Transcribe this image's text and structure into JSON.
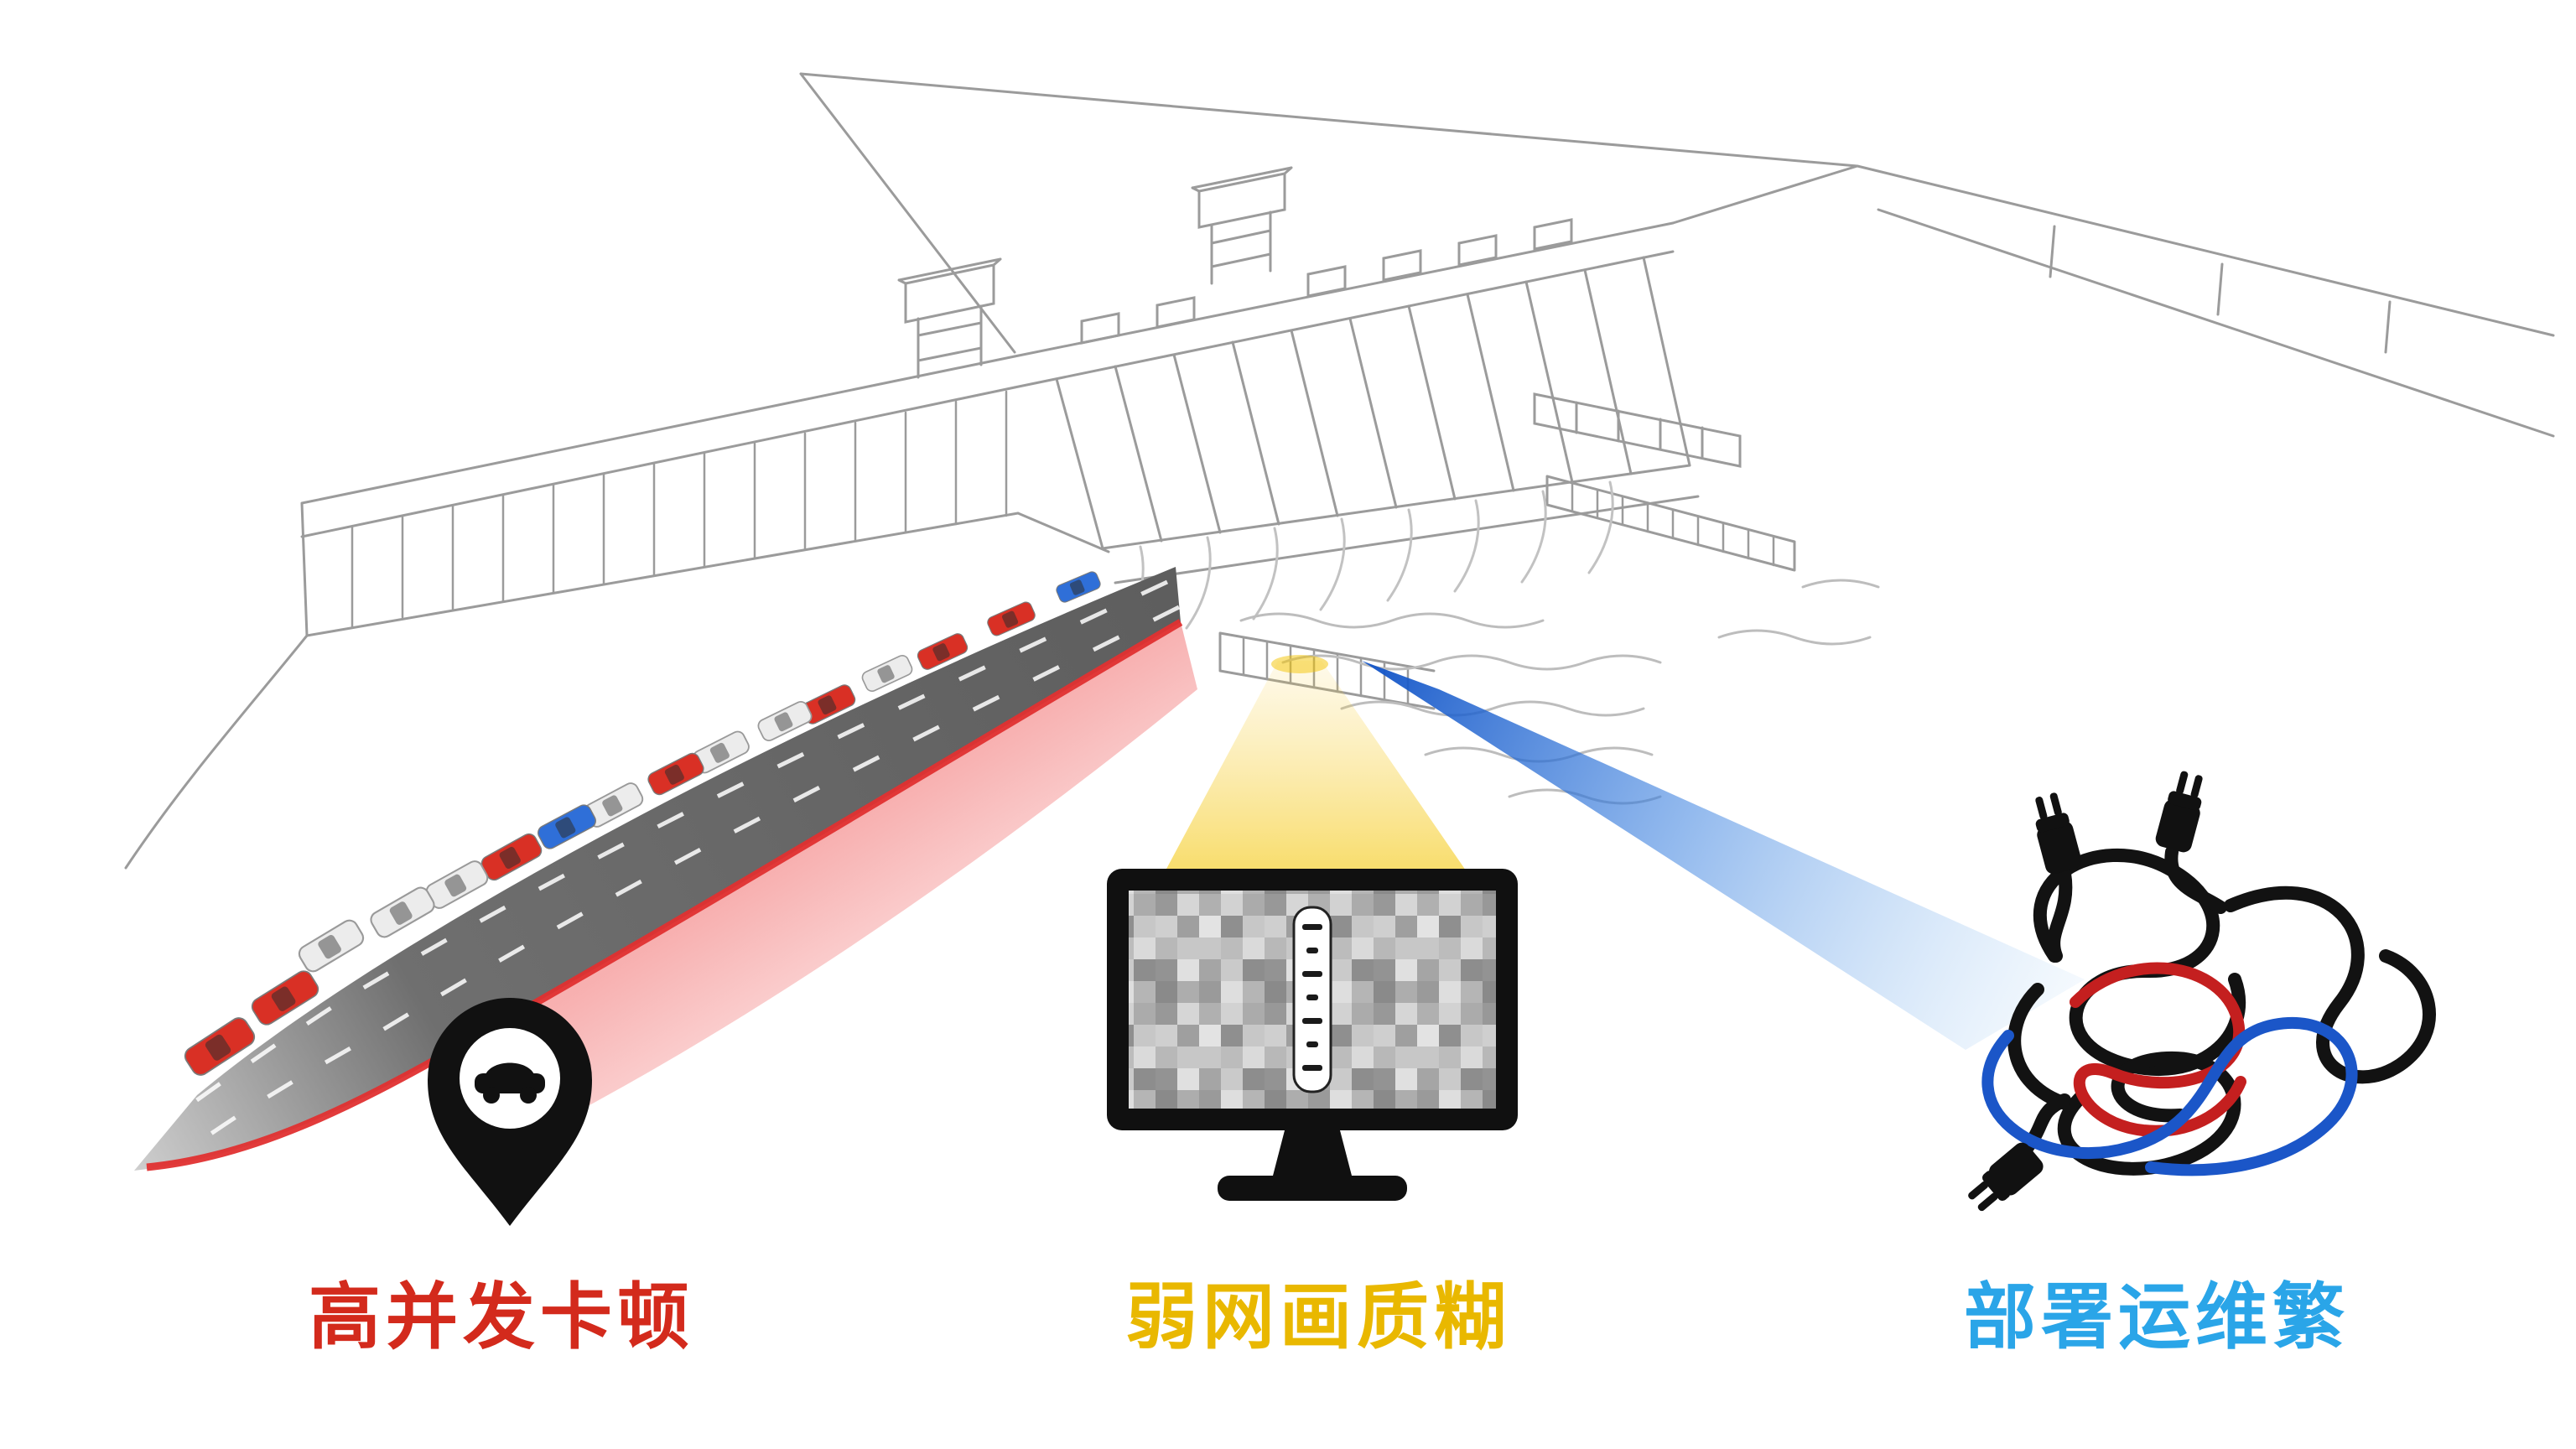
{
  "canvas": {
    "background": "#ffffff"
  },
  "captions": {
    "high_concurrency": {
      "label": "高并发卡顿",
      "color": "#d32a1c"
    },
    "weak_network": {
      "label": "弱网画质糊",
      "color": "#e9b800"
    },
    "deployment_ops": {
      "label": "部署运维繁",
      "color": "#2aa5e8"
    }
  },
  "colors": {
    "congestion_red": "#e03030",
    "glow_pink": "#ef5a5a",
    "beam_yellow": "#f3c400",
    "beam_blue": "#1c5fd6",
    "road_grey": "#676767",
    "sketch_grey": "#9b9b9b",
    "car_red": "#d93025",
    "car_blue": "#2f6fd8",
    "car_white": "#ececec"
  },
  "icons": {
    "car_pin": "car-location-pin-icon",
    "blurry_monitor": "pixelated-monitor-icon",
    "tangled_cables": "tangled-power-cables-icon",
    "power_plug": "power-plug-icon"
  }
}
